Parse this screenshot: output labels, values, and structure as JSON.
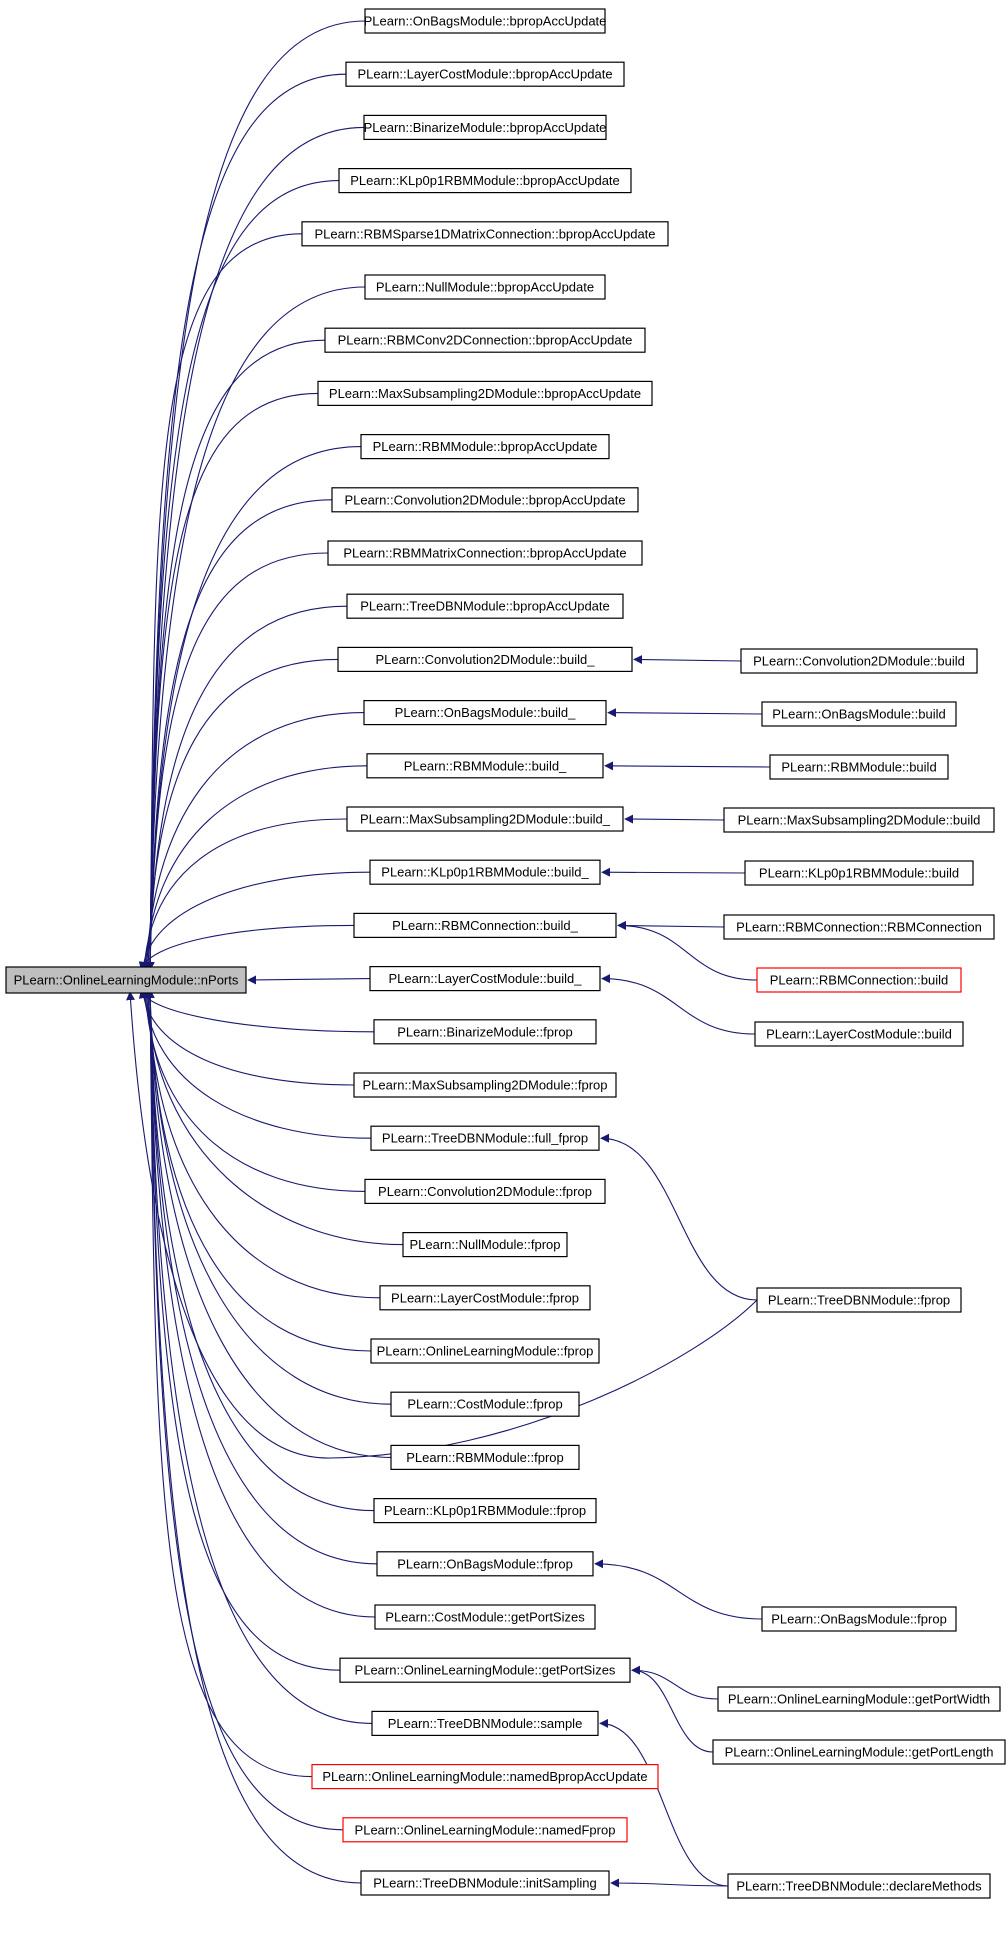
{
  "colors": {
    "edge": "#191970",
    "box_border": "#000000",
    "red_border": "#ff0000",
    "root_fill": "#bfbfbf",
    "box_fill": "#ffffff"
  },
  "root": {
    "label": "PLearn::OnlineLearningModule::nPorts"
  },
  "callers": [
    {
      "label": "PLearn::OnBagsModule::bpropAccUpdate"
    },
    {
      "label": "PLearn::LayerCostModule::bpropAccUpdate"
    },
    {
      "label": "PLearn::BinarizeModule::bpropAccUpdate"
    },
    {
      "label": "PLearn::KLp0p1RBMModule::bpropAccUpdate"
    },
    {
      "label": "PLearn::RBMSparse1DMatrixConnection::bpropAccUpdate"
    },
    {
      "label": "PLearn::NullModule::bpropAccUpdate"
    },
    {
      "label": "PLearn::RBMConv2DConnection::bpropAccUpdate"
    },
    {
      "label": "PLearn::MaxSubsampling2DModule::bpropAccUpdate"
    },
    {
      "label": "PLearn::RBMModule::bpropAccUpdate"
    },
    {
      "label": "PLearn::Convolution2DModule::bpropAccUpdate"
    },
    {
      "label": "PLearn::RBMMatrixConnection::bpropAccUpdate"
    },
    {
      "label": "PLearn::TreeDBNModule::bpropAccUpdate"
    },
    {
      "label": "PLearn::Convolution2DModule::build_"
    },
    {
      "label": "PLearn::OnBagsModule::build_"
    },
    {
      "label": "PLearn::RBMModule::build_"
    },
    {
      "label": "PLearn::MaxSubsampling2DModule::build_"
    },
    {
      "label": "PLearn::KLp0p1RBMModule::build_"
    },
    {
      "label": "PLearn::RBMConnection::build_"
    },
    {
      "label": "PLearn::LayerCostModule::build_"
    },
    {
      "label": "PLearn::BinarizeModule::fprop"
    },
    {
      "label": "PLearn::MaxSubsampling2DModule::fprop"
    },
    {
      "label": "PLearn::TreeDBNModule::full_fprop"
    },
    {
      "label": "PLearn::Convolution2DModule::fprop"
    },
    {
      "label": "PLearn::NullModule::fprop"
    },
    {
      "label": "PLearn::LayerCostModule::fprop"
    },
    {
      "label": "PLearn::OnlineLearningModule::fprop"
    },
    {
      "label": "PLearn::CostModule::fprop"
    },
    {
      "label": "PLearn::RBMModule::fprop"
    },
    {
      "label": "PLearn::KLp0p1RBMModule::fprop"
    },
    {
      "label": "PLearn::OnBagsModule::fprop"
    },
    {
      "label": "PLearn::CostModule::getPortSizes"
    },
    {
      "label": "PLearn::OnlineLearningModule::getPortSizes"
    },
    {
      "label": "PLearn::TreeDBNModule::sample"
    },
    {
      "label": "PLearn::OnlineLearningModule::namedBpropAccUpdate",
      "red": true
    },
    {
      "label": "PLearn::OnlineLearningModule::namedFprop",
      "red": true
    },
    {
      "label": "PLearn::TreeDBNModule::initSampling"
    }
  ],
  "second_level": [
    {
      "label": "PLearn::Convolution2DModule::build"
    },
    {
      "label": "PLearn::OnBagsModule::build"
    },
    {
      "label": "PLearn::RBMModule::build"
    },
    {
      "label": "PLearn::MaxSubsampling2DModule::build"
    },
    {
      "label": "PLearn::KLp0p1RBMModule::build"
    },
    {
      "label": "PLearn::RBMConnection::RBMConnection"
    },
    {
      "label": "PLearn::RBMConnection::build",
      "red": true
    },
    {
      "label": "PLearn::LayerCostModule::build"
    },
    {
      "label": "PLearn::TreeDBNModule::fprop"
    },
    {
      "label": "PLearn::OnBagsModule::fprop"
    },
    {
      "label": "PLearn::OnlineLearningModule::getPortWidth"
    },
    {
      "label": "PLearn::OnlineLearningModule::getPortLength"
    },
    {
      "label": "PLearn::TreeDBNModule::declareMethods"
    }
  ],
  "edges": [
    {
      "from": "PLearn::Convolution2DModule::build",
      "to": "PLearn::Convolution2DModule::build_"
    },
    {
      "from": "PLearn::OnBagsModule::build",
      "to": "PLearn::OnBagsModule::build_"
    },
    {
      "from": "PLearn::RBMModule::build",
      "to": "PLearn::RBMModule::build_"
    },
    {
      "from": "PLearn::MaxSubsampling2DModule::build",
      "to": "PLearn::MaxSubsampling2DModule::build_"
    },
    {
      "from": "PLearn::KLp0p1RBMModule::build",
      "to": "PLearn::KLp0p1RBMModule::build_"
    },
    {
      "from": "PLearn::RBMConnection::RBMConnection",
      "to": "PLearn::RBMConnection::build_"
    },
    {
      "from": "PLearn::RBMConnection::build",
      "to": "PLearn::RBMConnection::build_"
    },
    {
      "from": "PLearn::LayerCostModule::build",
      "to": "PLearn::LayerCostModule::build_"
    },
    {
      "from": "PLearn::TreeDBNModule::fprop",
      "to": "PLearn::TreeDBNModule::full_fprop"
    },
    {
      "from": "PLearn::TreeDBNModule::fprop",
      "to": "PLearn::OnlineLearningModule::nPorts"
    },
    {
      "from": "PLearn::OnBagsModule::fprop",
      "to": "PLearn::OnBagsModule::fprop"
    },
    {
      "from": "PLearn::OnlineLearningModule::getPortWidth",
      "to": "PLearn::OnlineLearningModule::getPortSizes"
    },
    {
      "from": "PLearn::OnlineLearningModule::getPortLength",
      "to": "PLearn::OnlineLearningModule::getPortSizes"
    },
    {
      "from": "PLearn::TreeDBNModule::declareMethods",
      "to": "PLearn::TreeDBNModule::sample"
    },
    {
      "from": "PLearn::TreeDBNModule::declareMethods",
      "to": "PLearn::TreeDBNModule::initSampling"
    }
  ]
}
